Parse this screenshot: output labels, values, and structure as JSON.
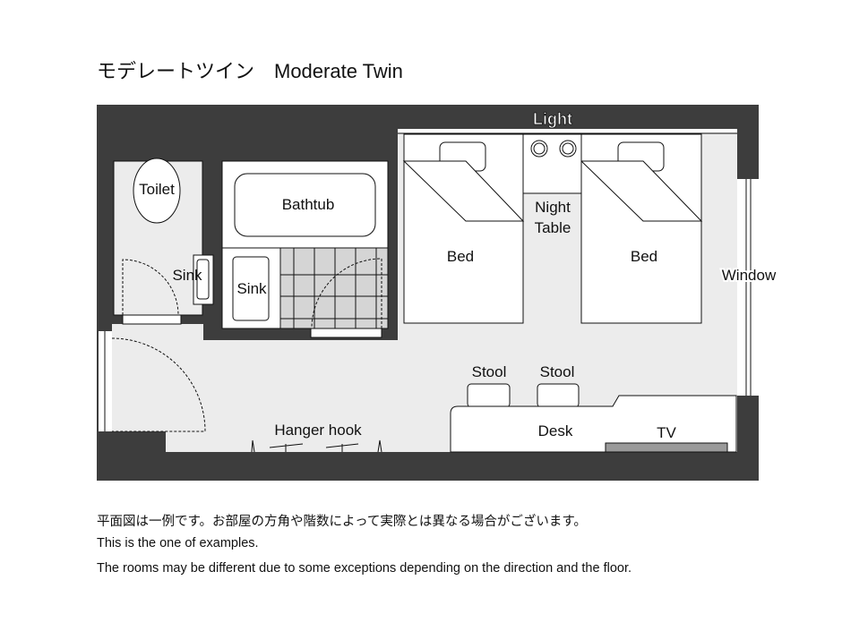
{
  "title": "モデレートツイン　Moderate Twin",
  "labels": {
    "light": "Light",
    "toilet": "Toilet",
    "bathtub": "Bathtub",
    "sink_toilet": "Sink",
    "sink_bath": "Sink",
    "bed_left": "Bed",
    "bed_right": "Bed",
    "night": "Night",
    "table": "Table",
    "window": "Window",
    "stool_1": "Stool",
    "stool_2": "Stool",
    "desk": "Desk",
    "tv": "TV",
    "hanger": "Hanger hook"
  },
  "footer": [
    "平面図は一例です。お部屋の方角や階数によって実際とは異なる場合がございます。",
    "This is the one of examples.",
    "The rooms may be different due to some exceptions depending on the direction and the floor."
  ],
  "colors": {
    "wall": "#3d3d3d",
    "floor": "#ececec",
    "tv": "#9a9a9a"
  }
}
